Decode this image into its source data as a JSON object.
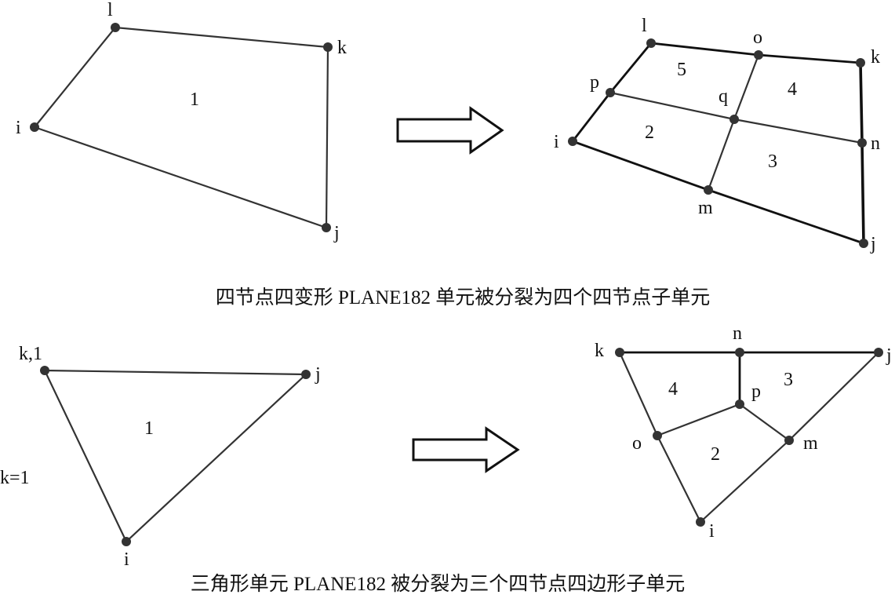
{
  "top": {
    "original": {
      "nodes": {
        "i": "i",
        "j": "j",
        "k": "k",
        "l": "l"
      },
      "element": "1"
    },
    "subdivided": {
      "nodes": {
        "i": "i",
        "j": "j",
        "k": "k",
        "l": "l",
        "m": "m",
        "n": "n",
        "o": "o",
        "p": "p",
        "q": "q"
      },
      "elements": [
        "2",
        "3",
        "4",
        "5"
      ]
    },
    "caption": "四节点四变形 PLANE182 单元被分裂为四个四节点子单元"
  },
  "bottom": {
    "original": {
      "nodes": {
        "kl": "k,1",
        "j": "j",
        "i": "i"
      },
      "element": "1",
      "note": "k=1"
    },
    "subdivided": {
      "nodes": {
        "k": "k",
        "n": "n",
        "j": "j",
        "p": "p",
        "o": "o",
        "m": "m",
        "i": "i"
      },
      "elements": [
        "2",
        "3",
        "4"
      ]
    },
    "caption": "三角形单元 PLANE182 被分裂为三个四节点四边形子单元"
  }
}
